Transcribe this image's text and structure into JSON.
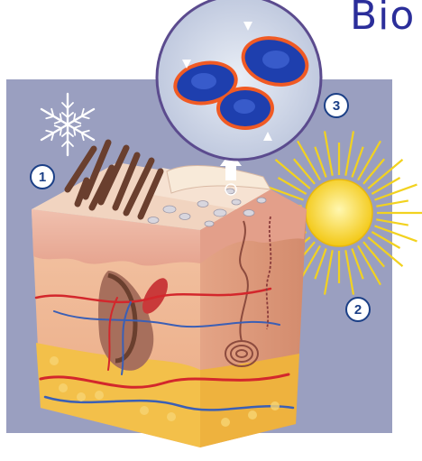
{
  "header": {
    "title": "Bio"
  },
  "callouts": [
    {
      "label": "1",
      "refers_to": "snowflake-icon"
    },
    {
      "label": "2",
      "refers_to": "sun-icon"
    },
    {
      "label": "3",
      "refers_to": "magnified-cells"
    }
  ],
  "colors": {
    "panel": "#9a9fc0",
    "title": "#2b2e9a",
    "callout_ring": "#1b3f86",
    "sun": "#f2d21f",
    "cells": "#1e3fae",
    "cell_membrane": "#f05a24",
    "skin_top": "#e2a592",
    "fat": "#f3c04a",
    "artery": "#d3272c",
    "vein": "#3b5fb5"
  }
}
